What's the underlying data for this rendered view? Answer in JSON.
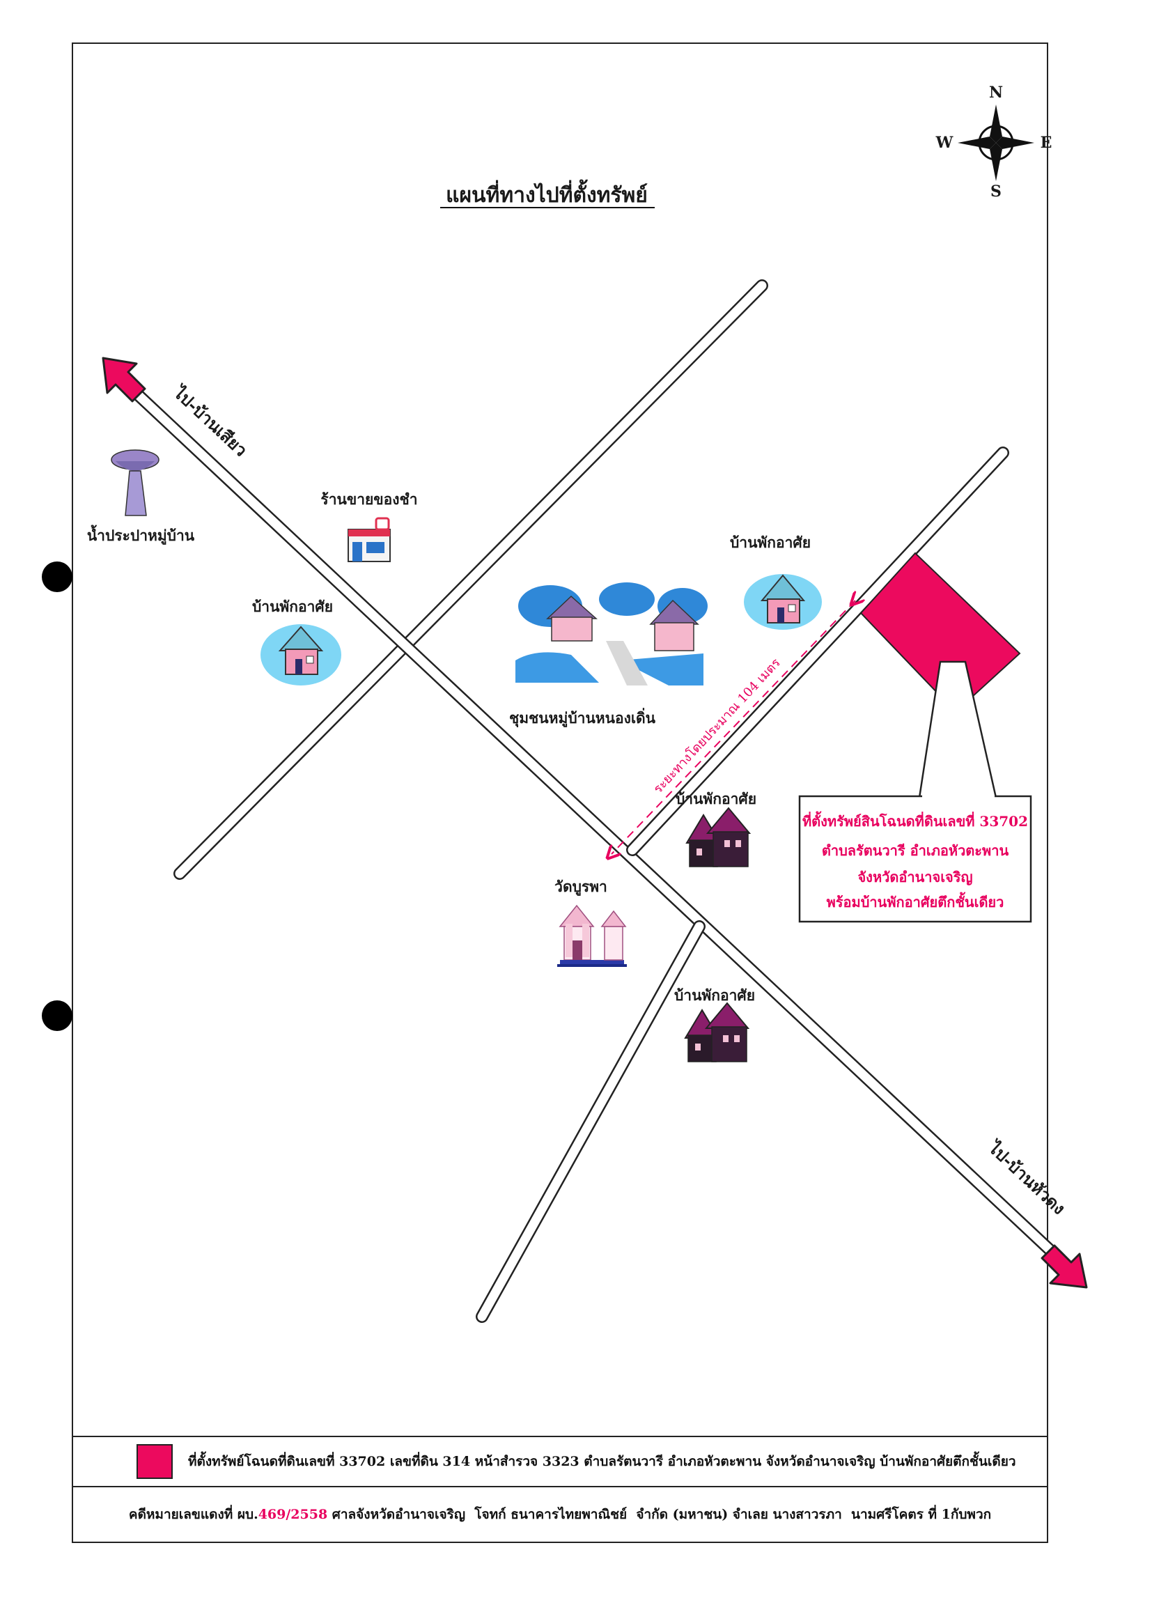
{
  "title": "แผนที่ทางไปที่ตั้งทรัพย์",
  "compass": {
    "n": "N",
    "s": "S",
    "e": "E",
    "w": "W"
  },
  "roads": {
    "to_ban_siao": "ไป-บ้านเสียว",
    "to_ban_hua_dong": "ไป-บ้านหัวดง"
  },
  "landmarks": {
    "water_tower": "น้ำประปาหมู่บ้าน",
    "shop": "ร้านขายของชำ",
    "house_left": "บ้านพักอาศัย",
    "house_upper_right": "บ้านพักอาศัย",
    "community": "ชุมชนหมู่บ้านหนองเดิ่น",
    "house_middle": "บ้านพักอาศัย",
    "temple": "วัดบูรพา",
    "house_lower": "บ้านพักอาศัย"
  },
  "distance_label": "ระยะทางโดยประมาณ 104 เมตร",
  "callout": {
    "line1": "ที่ตั้งทรัพย์สินโฉนดที่ดินเลขที่ 33702",
    "line2": "ตำบลรัตนวารี อำเภอหัวตะพาน",
    "line3": "จังหวัดอำนาจเจริญ",
    "line4": "พร้อมบ้านพักอาศัยตึกชั้นเดียว"
  },
  "legend": {
    "text": "ที่ตั้งทรัพย์โฉนดที่ดินเลขที่ 33702  เลขที่ดิน 314 หน้าสำรวจ 3323  ตำบลรัตนวารี  อำเภอหัวตะพาน จังหวัดอำนาจเจริญ บ้านพักอาศัยตึกชั้นเดียว"
  },
  "case": {
    "prefix": "คดีหมายเลขแดงที่ ผบ.",
    "number": "469/2558",
    "suffix": " ศาลจังหวัดอำนาจเจริญ  โจทก์ ธนาคารไทยพาณิชย์  จำกัด (มหาชน) จำเลย นางสาวรภา  นามศรีโคตร ที่ 1กับพวก"
  },
  "colors": {
    "property": "#ec0a5e",
    "arrow": "#ec0a5e",
    "water_tower": "#8a7cb8",
    "house_bg": "#7fd6f5"
  }
}
